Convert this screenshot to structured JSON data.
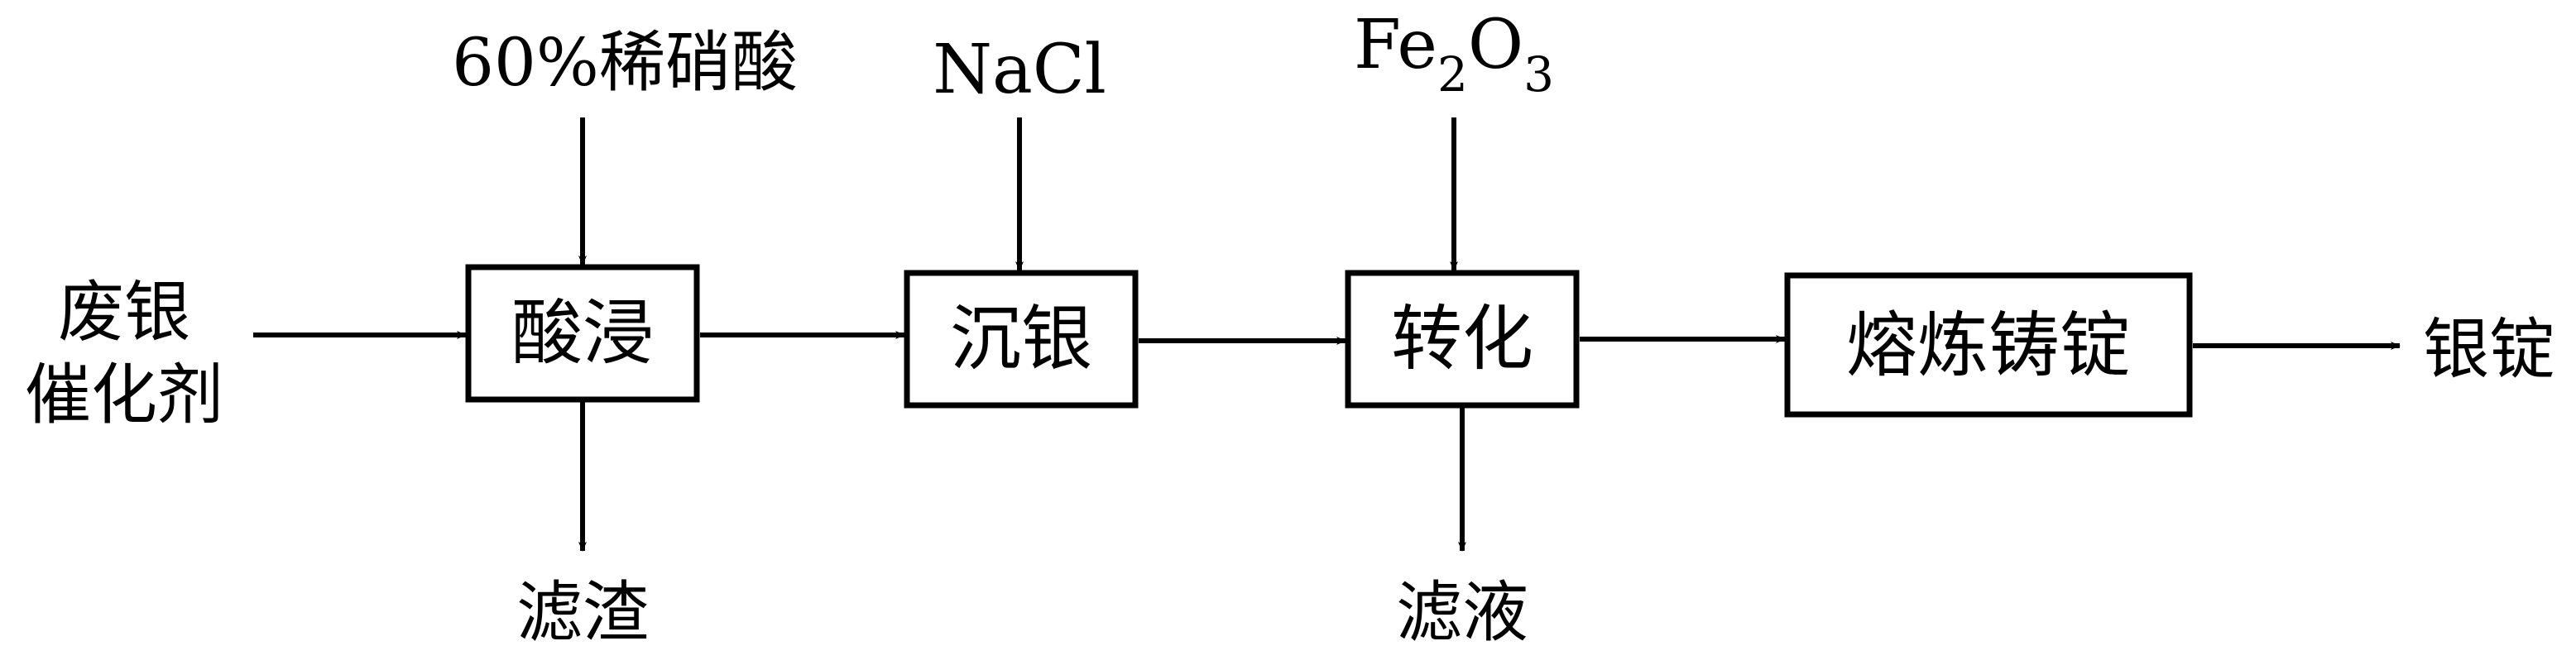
{
  "inputs": {
    "feed": [
      "废银",
      "催化剂"
    ],
    "acid": "60%稀硝酸",
    "nacl": "NaCl",
    "fe2o3": {
      "base": "Fe",
      "sub1": "2",
      "mid": "O",
      "sub2": "3"
    }
  },
  "steps": {
    "acid_leach": "酸浸",
    "silver_precip": "沉银",
    "conversion": "转化",
    "smelt_cast": "熔炼铸锭"
  },
  "outputs": {
    "residue": "滤渣",
    "filtrate": "滤液",
    "ingot": "银锭"
  }
}
